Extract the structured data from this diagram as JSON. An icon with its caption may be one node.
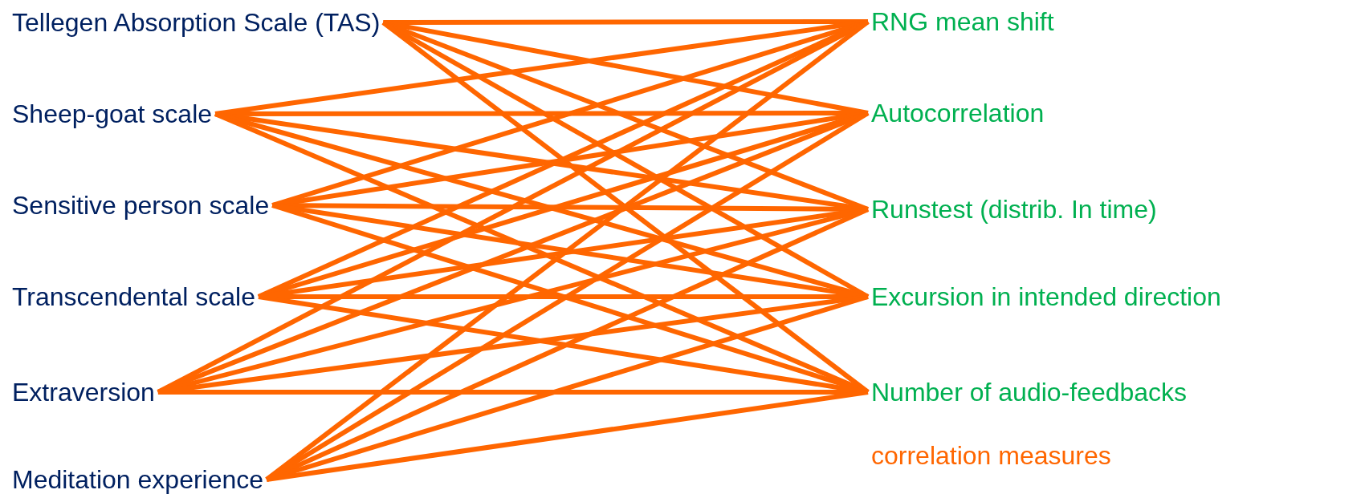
{
  "diagram": {
    "nodes": [
      {
        "text": [
          "Tellegen Absorption Scale (TAS)"
        ]
      },
      {
        "text": [
          "Sheep-goat scale"
        ]
      },
      {
        "text": [
          "Sensitive person scale"
        ]
      },
      {
        "text": [
          "Transcendental scale"
        ]
      },
      {
        "text": [
          "Extraversion"
        ]
      },
      {
        "text": [
          "Meditation experience"
        ]
      },
      {
        "text": [
          "RNG mean shift"
        ]
      },
      {
        "text": [
          "Autocorrelation"
        ]
      },
      {
        "text": [
          "Runstest (distrib. In time)"
        ]
      },
      {
        "text": [
          "Excursion in intended direction"
        ]
      },
      {
        "text": [
          "Number of audio-feedbacks"
        ]
      }
    ],
    "edges": [
      {
        "from": 0,
        "to": 6,
        "arrow": "none"
      },
      {
        "from": 0,
        "to": 7,
        "arrow": "none"
      },
      {
        "from": 0,
        "to": 8,
        "arrow": "none"
      },
      {
        "from": 0,
        "to": 9,
        "arrow": "none"
      },
      {
        "from": 0,
        "to": 10,
        "arrow": "none"
      },
      {
        "from": 1,
        "to": 6,
        "arrow": "none"
      },
      {
        "from": 1,
        "to": 7,
        "arrow": "none"
      },
      {
        "from": 1,
        "to": 8,
        "arrow": "none"
      },
      {
        "from": 1,
        "to": 9,
        "arrow": "none"
      },
      {
        "from": 1,
        "to": 10,
        "arrow": "none"
      },
      {
        "from": 2,
        "to": 6,
        "arrow": "none"
      },
      {
        "from": 2,
        "to": 7,
        "arrow": "none"
      },
      {
        "from": 2,
        "to": 8,
        "arrow": "none"
      },
      {
        "from": 2,
        "to": 9,
        "arrow": "none"
      },
      {
        "from": 2,
        "to": 10,
        "arrow": "none"
      },
      {
        "from": 3,
        "to": 6,
        "arrow": "none"
      },
      {
        "from": 3,
        "to": 7,
        "arrow": "none"
      },
      {
        "from": 3,
        "to": 8,
        "arrow": "none"
      },
      {
        "from": 3,
        "to": 9,
        "arrow": "none"
      },
      {
        "from": 3,
        "to": 10,
        "arrow": "none"
      },
      {
        "from": 4,
        "to": 6,
        "arrow": "none"
      },
      {
        "from": 4,
        "to": 7,
        "arrow": "none"
      },
      {
        "from": 4,
        "to": 8,
        "arrow": "none"
      },
      {
        "from": 4,
        "to": 9,
        "arrow": "none"
      },
      {
        "from": 4,
        "to": 10,
        "arrow": "none"
      },
      {
        "from": 5,
        "to": 6,
        "arrow": "none"
      },
      {
        "from": 5,
        "to": 7,
        "arrow": "none"
      },
      {
        "from": 5,
        "to": 8,
        "arrow": "none"
      },
      {
        "from": 5,
        "to": 9,
        "arrow": "none"
      },
      {
        "from": 5,
        "to": 10,
        "arrow": "none"
      }
    ],
    "labels": [
      "correlation measures"
    ]
  }
}
